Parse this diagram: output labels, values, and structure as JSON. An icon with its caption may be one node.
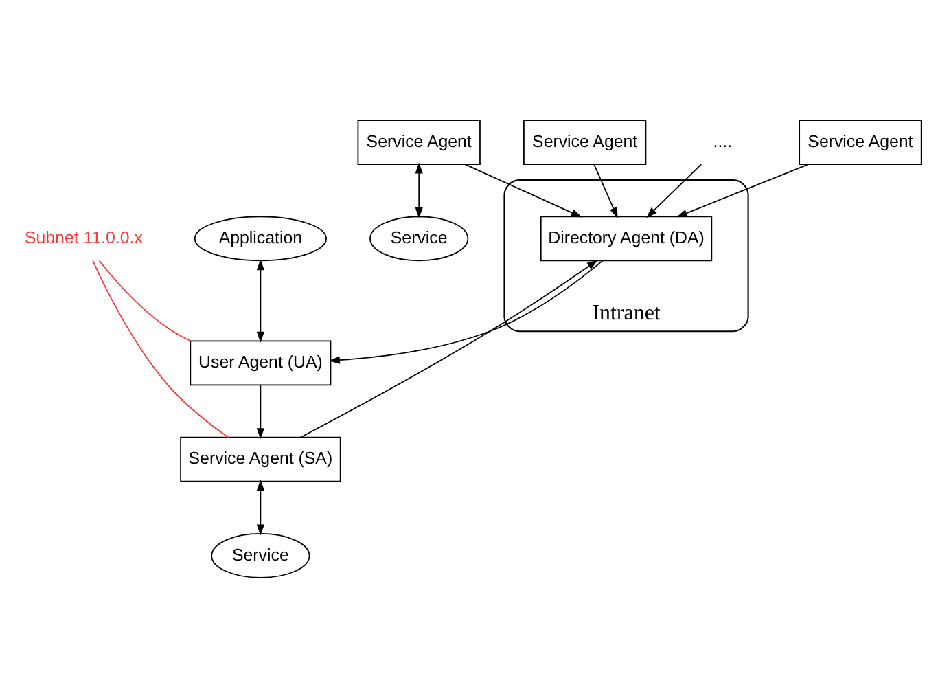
{
  "diagram": {
    "nodes": [
      {
        "text": [
          "Application"
        ]
      },
      {
        "text": [
          "Service"
        ]
      },
      {
        "text": [
          "Subnet 11.0.0.x"
        ]
      },
      {
        "text": [
          "Service"
        ]
      },
      {
        "text": [
          "User Agent (UA)"
        ]
      },
      {
        "text": [
          "Service Agent (SA)"
        ]
      },
      {
        "text": [
          "Service Agent"
        ]
      },
      {
        "text": [
          "Intranet"
        ]
      },
      {
        "text": [
          "Directory Agent (DA)"
        ],
        "in": 7
      },
      {
        "text": [
          "Service Agent"
        ]
      },
      {
        "text": [
          "...."
        ]
      },
      {
        "text": [
          "Service Agent"
        ]
      }
    ],
    "edges": [
      {
        "from": 0,
        "to": 4,
        "arrow": "both"
      },
      {
        "from": 5,
        "to": 1,
        "arrow": "both"
      },
      {
        "from": 6,
        "to": 3,
        "arrow": "both"
      },
      {
        "from": 2,
        "to": 4,
        "arrow": "none",
        "color": "#ff3333"
      },
      {
        "from": 2,
        "to": 5,
        "arrow": "none",
        "color": "#ff3333"
      },
      {
        "from": 4,
        "to": 5,
        "arrow": "to"
      },
      {
        "from": 8,
        "to": 4,
        "arrow": "to"
      },
      {
        "from": 5,
        "to": 8,
        "arrow": "to"
      },
      {
        "from": 6,
        "to": 8,
        "arrow": "to"
      },
      {
        "from": 9,
        "to": 8,
        "arrow": "to"
      },
      {
        "from": 10,
        "to": 8,
        "arrow": "to"
      },
      {
        "from": 11,
        "to": 8,
        "arrow": "to"
      }
    ]
  }
}
